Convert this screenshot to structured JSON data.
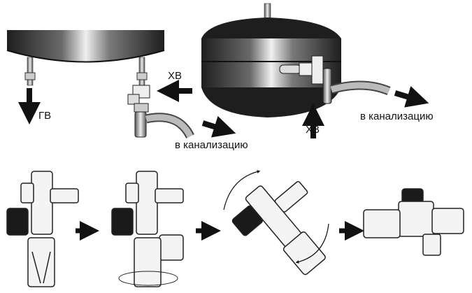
{
  "labels": {
    "left_hot": "ГВ",
    "left_cold": "ХВ",
    "left_drain": "в канализацию",
    "right_cold": "ХВ",
    "right_drain": "в канализацию"
  },
  "colors": {
    "tank_dark": "#2a2a2a",
    "tank_light": "#e6e6e6",
    "arrow": "#111111",
    "valve_outline": "#222222",
    "valve_fill": "#f2f2f2"
  }
}
